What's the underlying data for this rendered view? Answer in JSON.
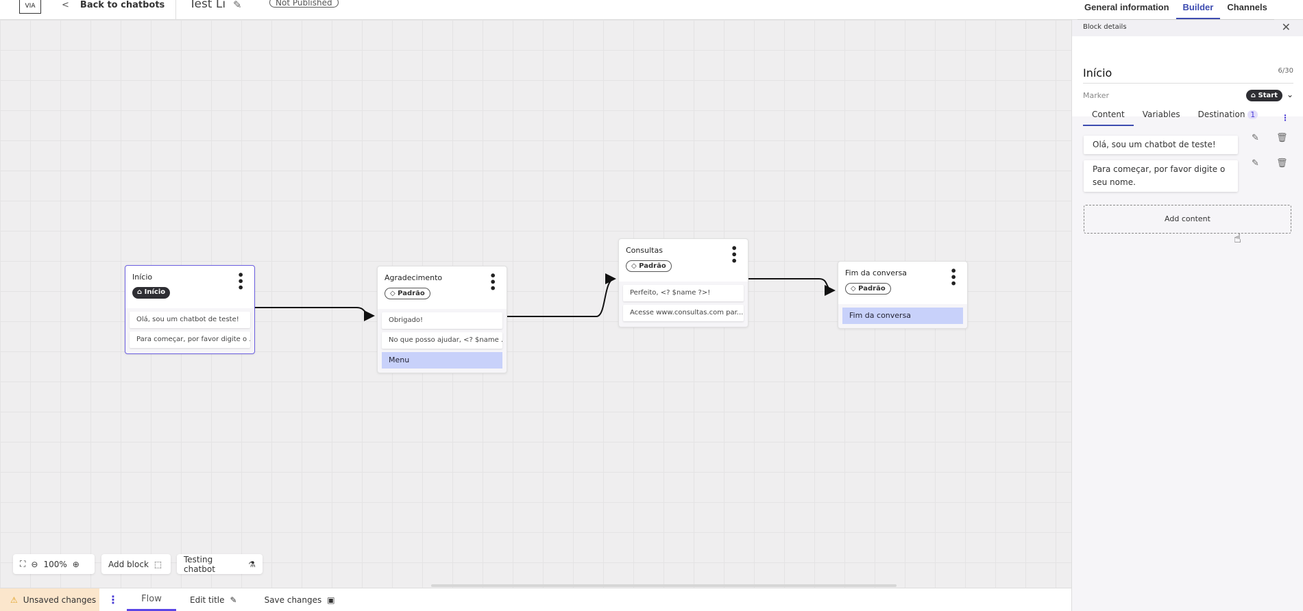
{
  "header": {
    "logo_text": "VIA",
    "back_label": "Back to chatbots",
    "chatbot_title": "Test Li",
    "status": "Not Published"
  },
  "top_tabs": [
    {
      "label": "General information",
      "active": false
    },
    {
      "label": "Builder",
      "active": true
    },
    {
      "label": "Channels",
      "active": false
    }
  ],
  "nodes": [
    {
      "title": "Início",
      "marker": "Início",
      "marker_icon": "home-icon",
      "messages": [
        "Olá, sou um chatbot de teste!",
        "Para começar, por favor digite o ..."
      ],
      "option": null
    },
    {
      "title": "Agradecimento",
      "marker": "Padrão",
      "marker_icon": "tag-icon",
      "messages": [
        "Obrigado!",
        "No que posso ajudar, <? $name ..."
      ],
      "option": "Menu"
    },
    {
      "title": "Consultas",
      "marker": "Padrão",
      "marker_icon": "tag-icon",
      "messages": [
        "Perfeito, <? $name ?>!",
        "Acesse www.consultas.com par..."
      ],
      "option": null
    },
    {
      "title": "Fim da conversa",
      "marker": "Padrão",
      "marker_icon": "tag-icon",
      "messages": [],
      "option": "Fim da conversa"
    }
  ],
  "toolbar": {
    "zoom": "100%",
    "add_block": "Add block",
    "testing": "Testing chatbot"
  },
  "bottom": {
    "unsaved": "Unsaved changes",
    "flow": "Flow",
    "edit_title": "Edit title",
    "save": "Save changes"
  },
  "panel": {
    "header": "Block details",
    "block_name": "Início",
    "char_count": "6/30",
    "marker_label": "Marker",
    "marker_value": "Start",
    "tabs": [
      {
        "label": "Content",
        "active": true
      },
      {
        "label": "Variables"
      },
      {
        "label": "Destination",
        "count": "1"
      }
    ],
    "contents": [
      "Olá, sou um chatbot de teste!",
      "Para começar, por favor digite o seu nome."
    ],
    "add_content": "Add content"
  },
  "colors": {
    "accent": "#3c4bb0",
    "option_bg": "#c8d1fa",
    "unsaved_bg": "#fbe6cc",
    "selected_border": "#6b5ee0"
  }
}
